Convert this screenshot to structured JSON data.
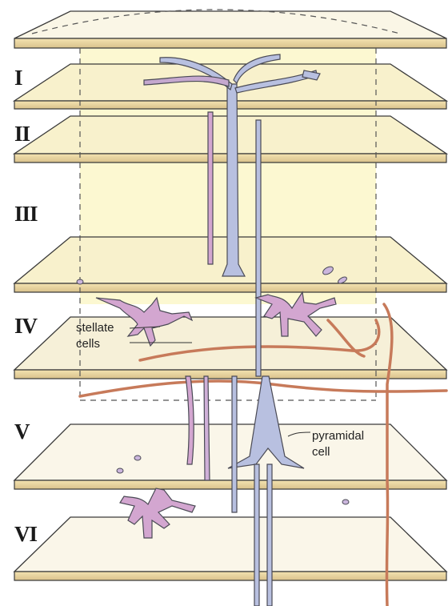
{
  "layers": [
    {
      "id": "I",
      "label": "I"
    },
    {
      "id": "II",
      "label": "II"
    },
    {
      "id": "III",
      "label": "III"
    },
    {
      "id": "IV",
      "label": "IV"
    },
    {
      "id": "V",
      "label": "V"
    },
    {
      "id": "VI",
      "label": "VI"
    }
  ],
  "annotations": {
    "stellate_line1": "stellate",
    "stellate_line2": "cells",
    "pyramidal_line1": "pyramidal",
    "pyramidal_line2": "cell"
  },
  "colors": {
    "plate_fill": "#f7f2d8",
    "plate_edge": "#e9d9a8",
    "column_tint": "#fbf7c9",
    "pyramidal_cell": "#b8c0e0",
    "stellate_cell": "#d3a6d0",
    "axon_red": "#c77a5a",
    "outline": "#4a4a55"
  }
}
